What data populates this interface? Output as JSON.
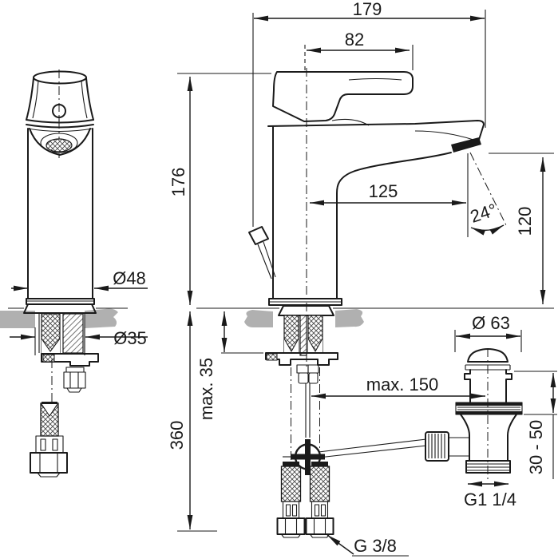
{
  "colors": {
    "line": "#1a1a1a",
    "deck_gray": "#b0b0b0",
    "background": "#ffffff"
  },
  "dims": {
    "total_projection": "179",
    "handle_length": "82",
    "body_height": "176",
    "spout_reach": "125",
    "outlet_angle": "24°",
    "outlet_height": "120",
    "base_diameter": "Ø48",
    "mounting_hole_diameter": "Ø35",
    "max_deck_thickness": "max. 35",
    "hose_drop_length": "360",
    "waste_cap_diameter": "Ø 63",
    "max_rod_reach": "max. 150",
    "waste_deck_range": "30 - 50",
    "waste_thread": "G1 1/4",
    "supply_thread": "G 3/8"
  }
}
